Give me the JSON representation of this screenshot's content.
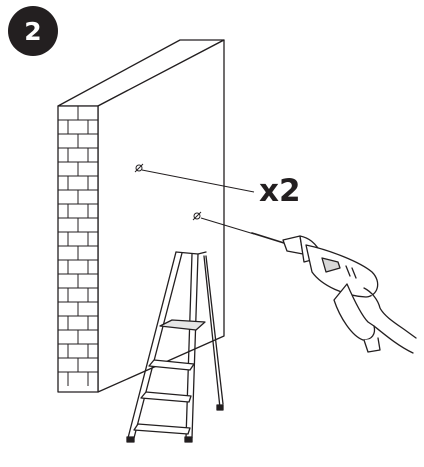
{
  "step": {
    "number": "2"
  },
  "annotation": {
    "count_label": "x2"
  },
  "icons": {
    "wall": "brick-wall",
    "holes": "drill-hole-mark",
    "drill": "power-drill",
    "ladder": "step-ladder"
  },
  "colors": {
    "ink": "#231f20",
    "background": "#ffffff"
  }
}
